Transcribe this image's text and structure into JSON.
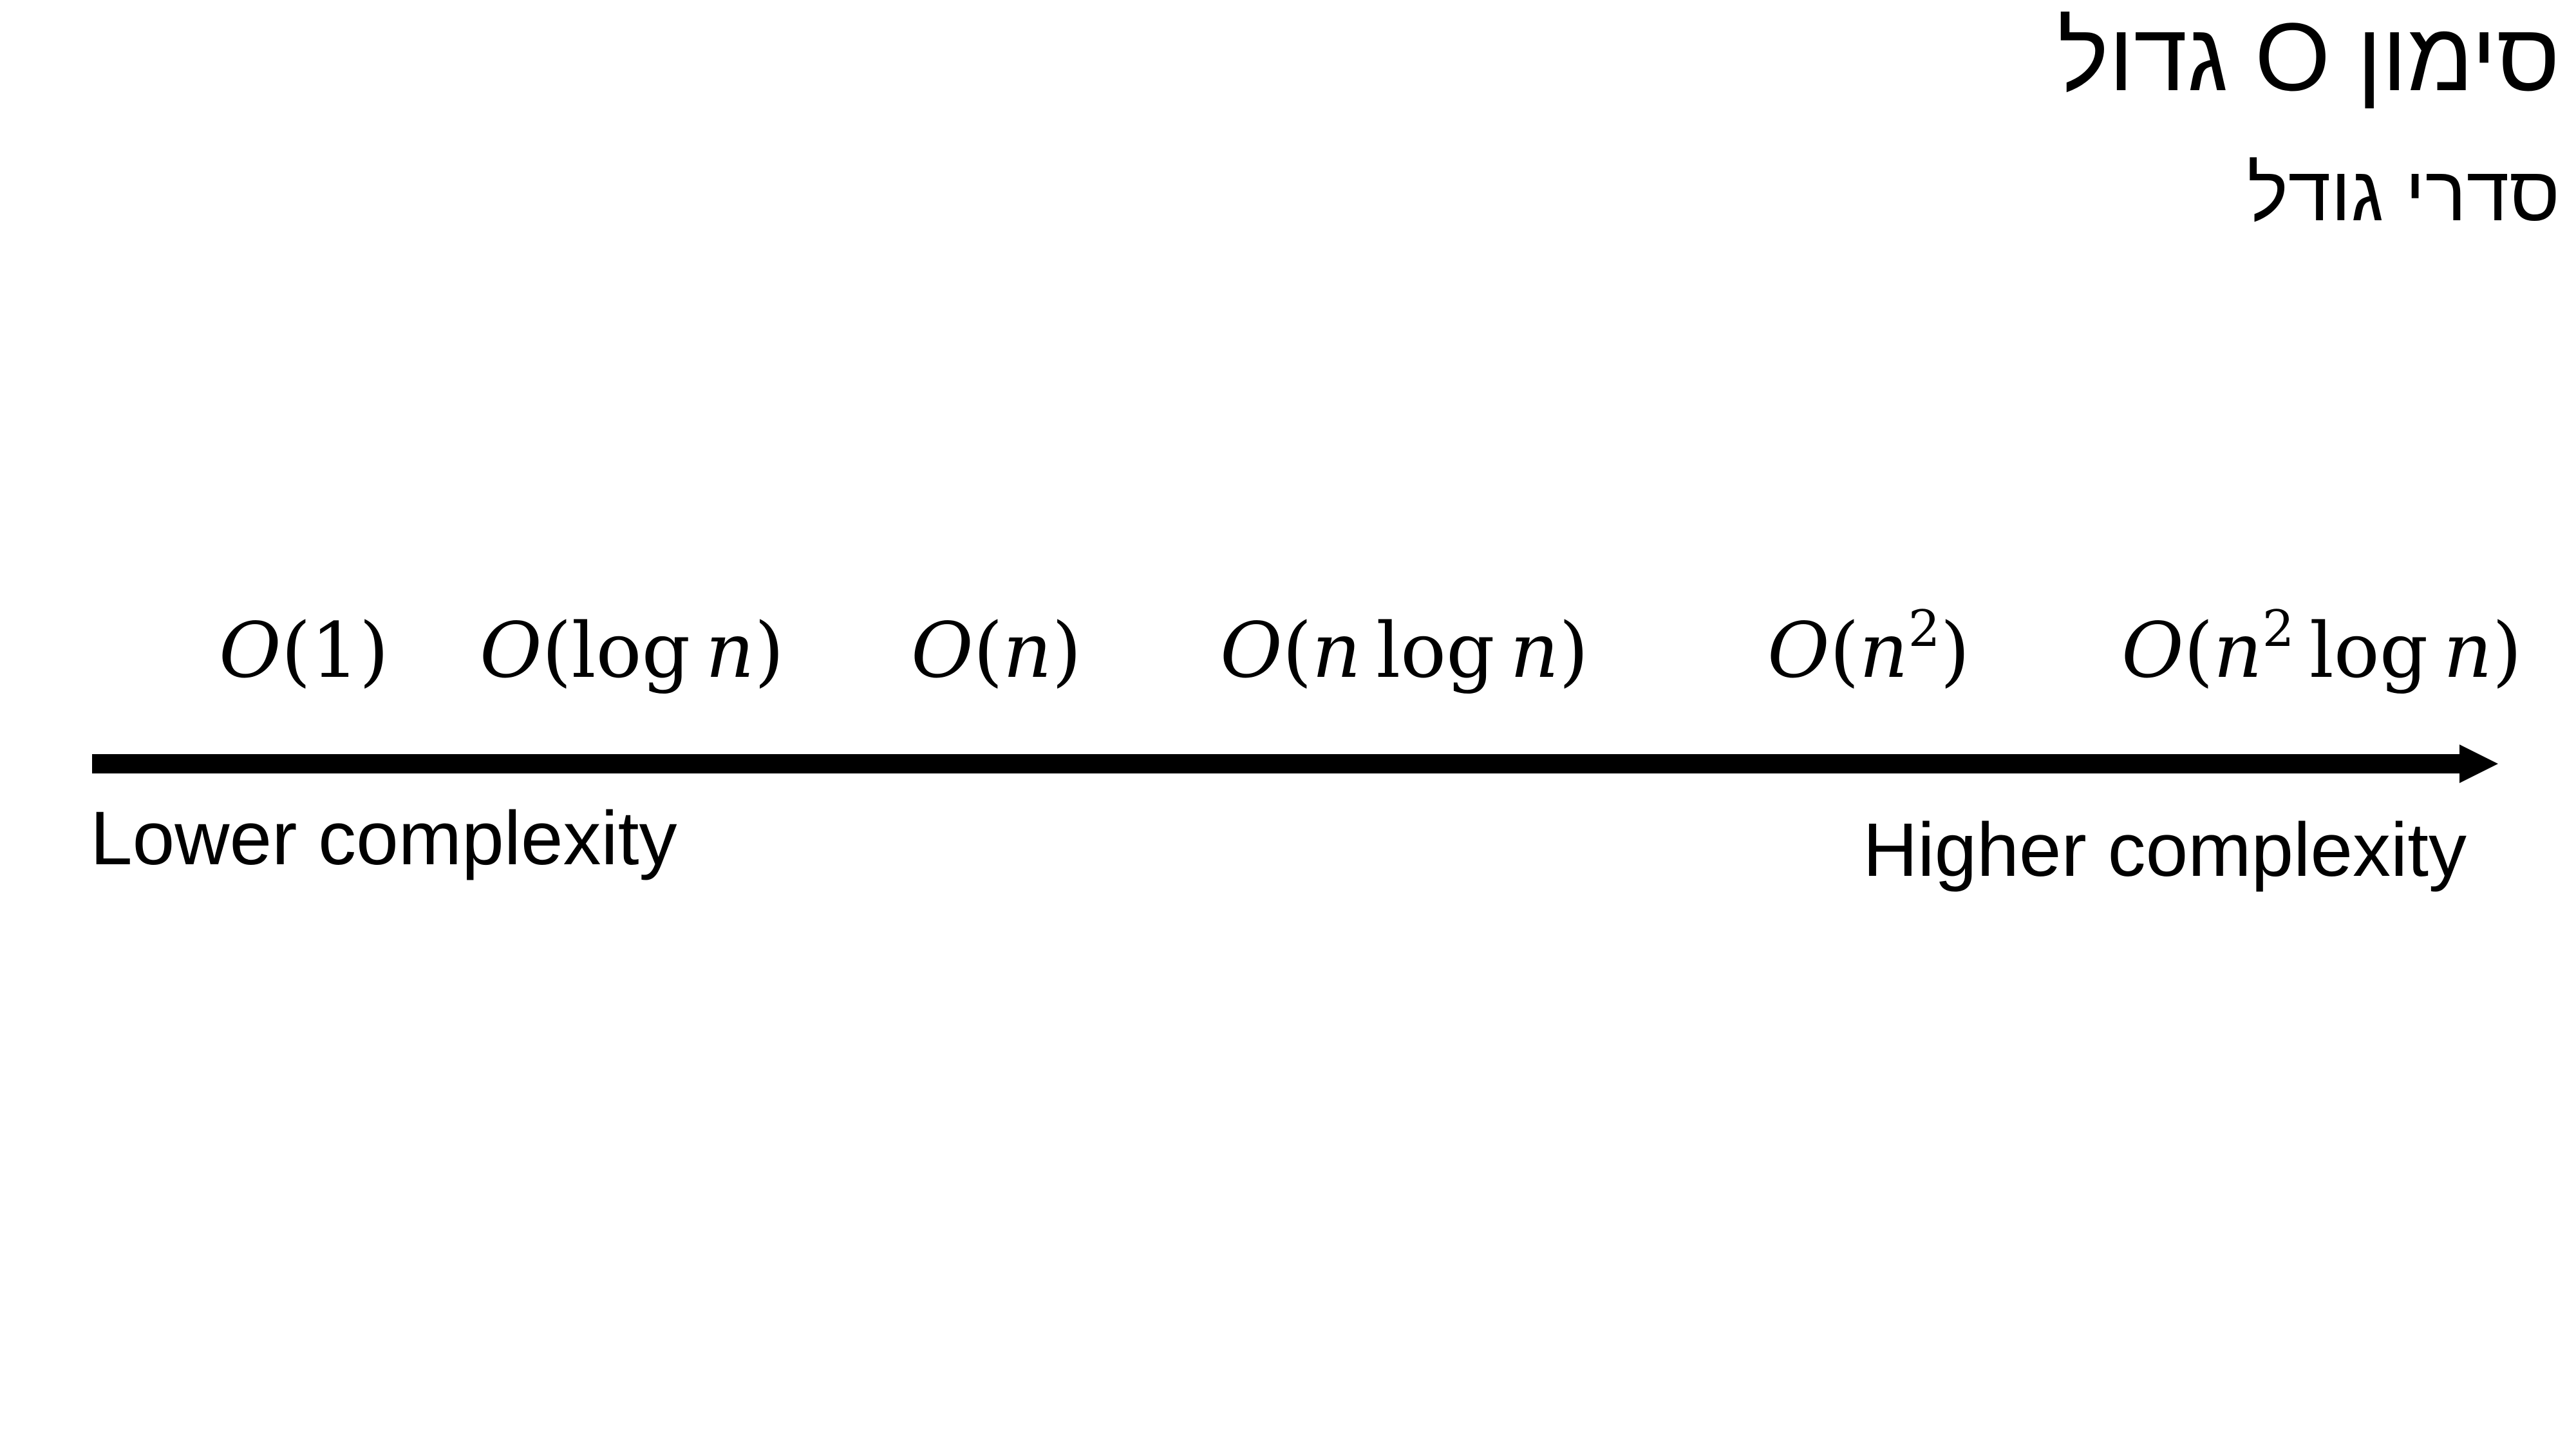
{
  "slide": {
    "title": "סימון O גדול",
    "subtitle": "סדרי גודל"
  },
  "axis": {
    "low_label": "Lower complexity",
    "high_label": "Higher complexity",
    "color": "#000000"
  },
  "terms": [
    {
      "func": "O",
      "open": "(",
      "arg": "1",
      "close": ")"
    },
    {
      "func": "O",
      "open": "(",
      "arg": "log",
      "var": "n",
      "close": ")"
    },
    {
      "func": "O",
      "open": "(",
      "var": "n",
      "close": ")"
    },
    {
      "func": "O",
      "open": "(",
      "var": "n",
      "op": "log",
      "var2": "n",
      "close": ")"
    },
    {
      "func": "O",
      "open": "(",
      "var": "n",
      "exp": "2",
      "close": ")"
    },
    {
      "func": "O",
      "open": "(",
      "var": "n",
      "exp": "2",
      "op": "log",
      "var2": "n",
      "close": ")"
    }
  ]
}
